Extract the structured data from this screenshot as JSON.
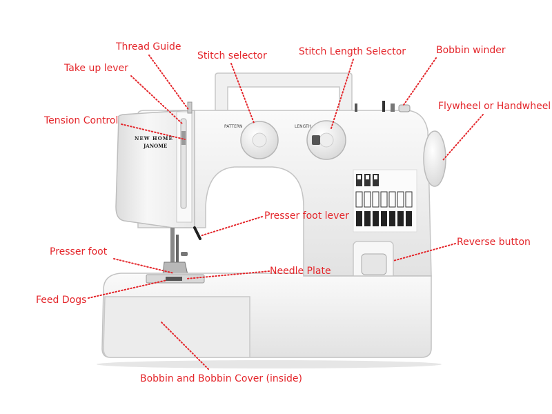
{
  "colors": {
    "label": "#e4262b",
    "leader": "#e4262b",
    "machine_body": "#f2f2f2",
    "machine_shadow": "#d0d0d0"
  },
  "machine": {
    "brand_line1": "NEW HOME",
    "brand_line2": "JANOME",
    "dial_pattern_label": "PATTERN",
    "dial_length_label": "LENGTH"
  },
  "labels": {
    "thread_guide": "Thread Guide",
    "take_up_lever": "Take up lever",
    "stitch_selector": "Stitch selector",
    "stitch_length_selector": "Stitch Length Selector",
    "bobbin_winder": "Bobbin winder",
    "flywheel": "Flywheel or Handwheel",
    "tension_control": "Tension Control",
    "presser_foot_lever": "Presser foot lever",
    "presser_foot": "Presser foot",
    "reverse_button": "Reverse button",
    "needle_plate": "Needle Plate",
    "feed_dogs": "Feed Dogs",
    "bobbin_cover": "Bobbin and Bobbin Cover (inside)"
  }
}
